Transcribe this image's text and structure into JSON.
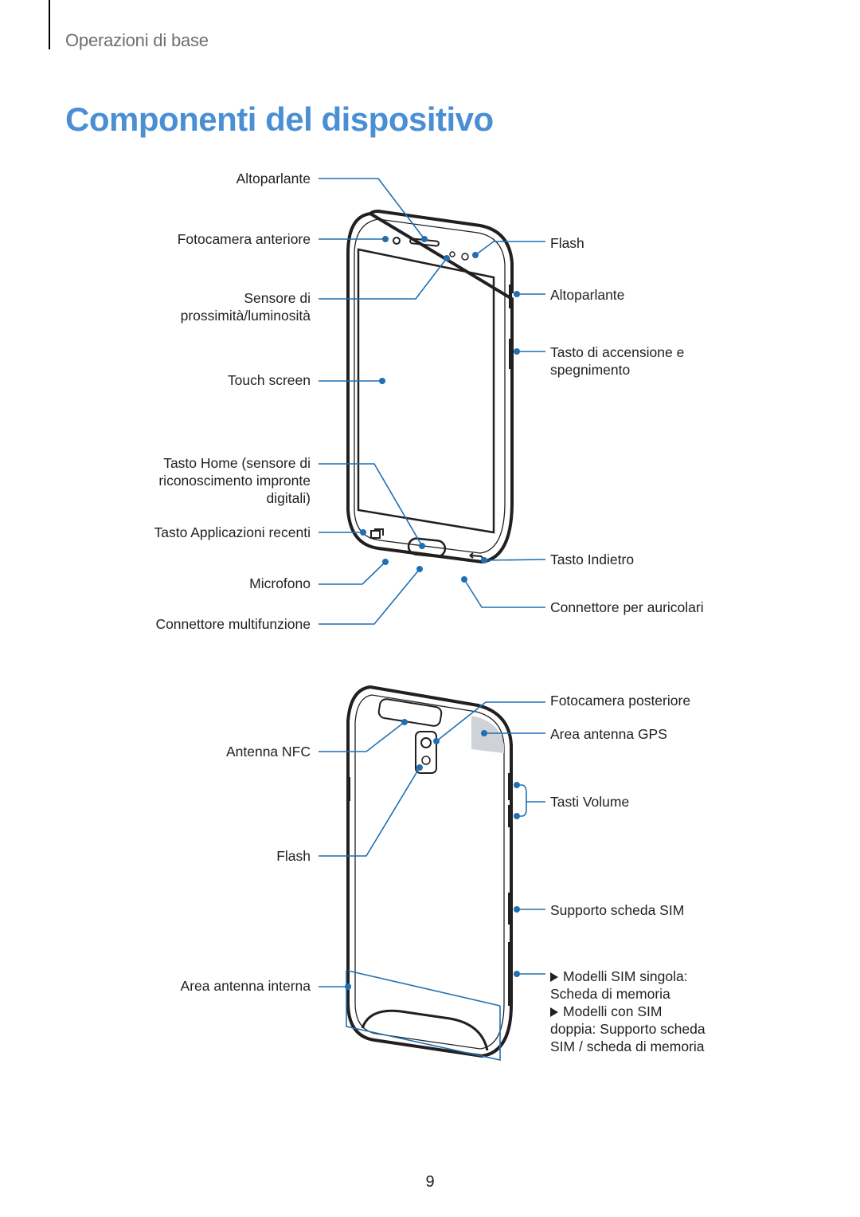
{
  "header": {
    "section": "Operazioni di base"
  },
  "title": "Componenti del dispositivo",
  "front": {
    "left_labels": {
      "speaker_top": "Altoparlante",
      "front_camera": "Fotocamera anteriore",
      "proximity": [
        "Sensore di",
        "prossimità/luminosità"
      ],
      "touch_screen": "Touch screen",
      "home_key": [
        "Tasto Home (sensore di",
        "riconoscimento impronte",
        "digitali)"
      ],
      "recents_key": "Tasto Applicazioni recenti",
      "microphone": "Microfono",
      "multipurpose_jack": "Connettore multifunzione"
    },
    "right_labels": {
      "flash": "Flash",
      "speaker_side": "Altoparlante",
      "power_key": [
        "Tasto di accensione e",
        "spegnimento"
      ],
      "back_key": "Tasto Indietro",
      "earphone_jack": "Connettore per auricolari"
    }
  },
  "back": {
    "left_labels": {
      "nfc_antenna": "Antenna NFC",
      "flash": "Flash",
      "internal_antenna": "Area antenna interna"
    },
    "right_labels": {
      "rear_camera": "Fotocamera posteriore",
      "gps_antenna": "Area antenna GPS",
      "volume_keys": "Tasti Volume",
      "sim_tray": "Supporto scheda SIM",
      "card_note_1": [
        "Modelli SIM singola:",
        "Scheda di memoria"
      ],
      "card_note_2": [
        "Modelli con SIM",
        "doppia: Supporto scheda",
        "SIM / scheda di memoria"
      ]
    }
  },
  "colors": {
    "accent_title": "#4a8fd4",
    "callout_line": "#1f6fb2",
    "gps_area": "#cfd2d6"
  },
  "page_number": "9"
}
